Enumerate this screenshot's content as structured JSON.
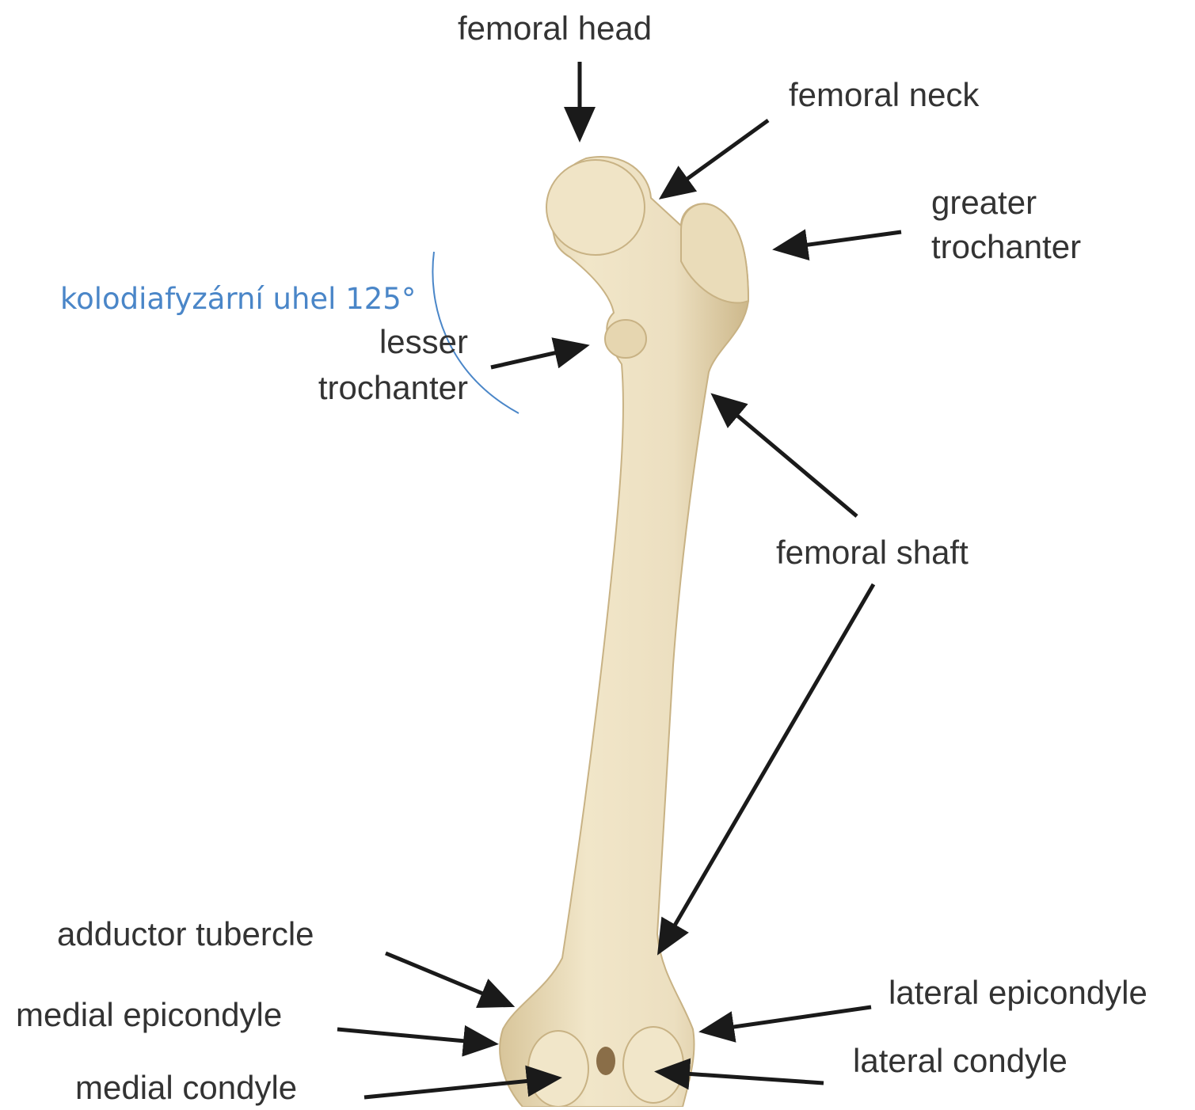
{
  "labels": {
    "femoral_head": "femoral head",
    "femoral_neck": "femoral neck",
    "greater_trochanter": [
      "greater",
      "trochanter"
    ],
    "lesser_trochanter": [
      "lesser",
      "trochanter"
    ],
    "femoral_shaft": "femoral shaft",
    "adductor_tubercle": "adductor tubercle",
    "medial_epicondyle": "medial epicondyle",
    "medial_condyle": "medial condyle",
    "lateral_epicondyle": "lateral epicondyle",
    "lateral_condyle": "lateral condyle"
  },
  "annotation": {
    "angle_text": "kolodiafyzární uhel 125°",
    "color": "#4a86c8"
  },
  "colors": {
    "bone_fill": "#ecdfc0",
    "bone_shade": "#d9c79c",
    "bone_outline": "#c8b284",
    "arrow": "#1a1a1a",
    "label_text": "#333333"
  }
}
